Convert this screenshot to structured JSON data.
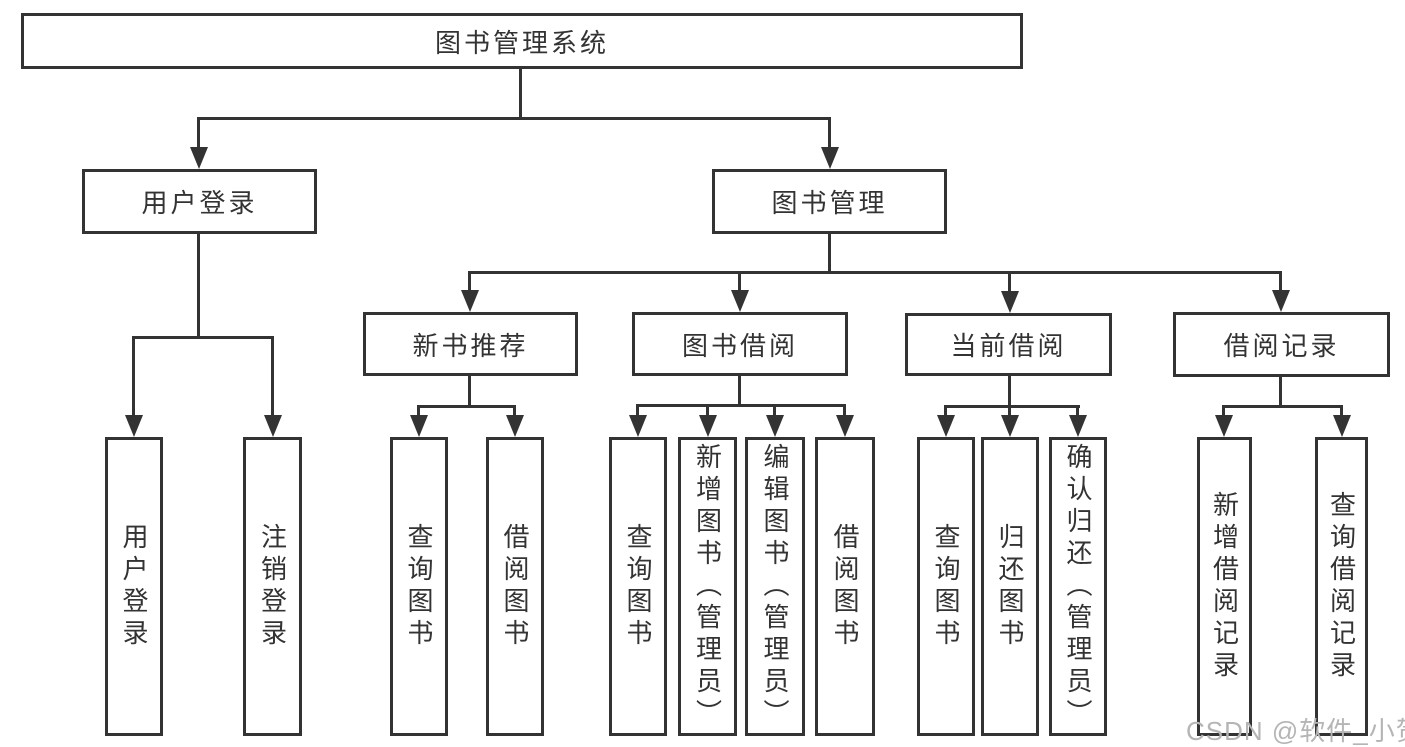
{
  "diagram": {
    "title": "图书管理系统",
    "level2": [
      {
        "label": "用户登录"
      },
      {
        "label": "图书管理"
      }
    ],
    "level3": [
      {
        "label": "新书推荐"
      },
      {
        "label": "图书借阅"
      },
      {
        "label": "当前借阅"
      },
      {
        "label": "借阅记录"
      }
    ],
    "level4": [
      {
        "label": "用户登录"
      },
      {
        "label": "注销登录"
      },
      {
        "label": "查询图书"
      },
      {
        "label": "借阅图书"
      },
      {
        "label": "查询图书"
      },
      {
        "label": "新增图书（管理员）"
      },
      {
        "label": "编辑图书（管理员）"
      },
      {
        "label": "借阅图书"
      },
      {
        "label": "查询图书"
      },
      {
        "label": "归还图书"
      },
      {
        "label": "确认归还（管理员）"
      },
      {
        "label": "新增借阅记录"
      },
      {
        "label": "查询借阅记录"
      }
    ]
  },
  "watermark": "CSDN @软件_小贺同学",
  "colors": {
    "line": "#333333",
    "text": "#333333",
    "watermark": "#b5b5b5",
    "background": "#ffffff"
  }
}
